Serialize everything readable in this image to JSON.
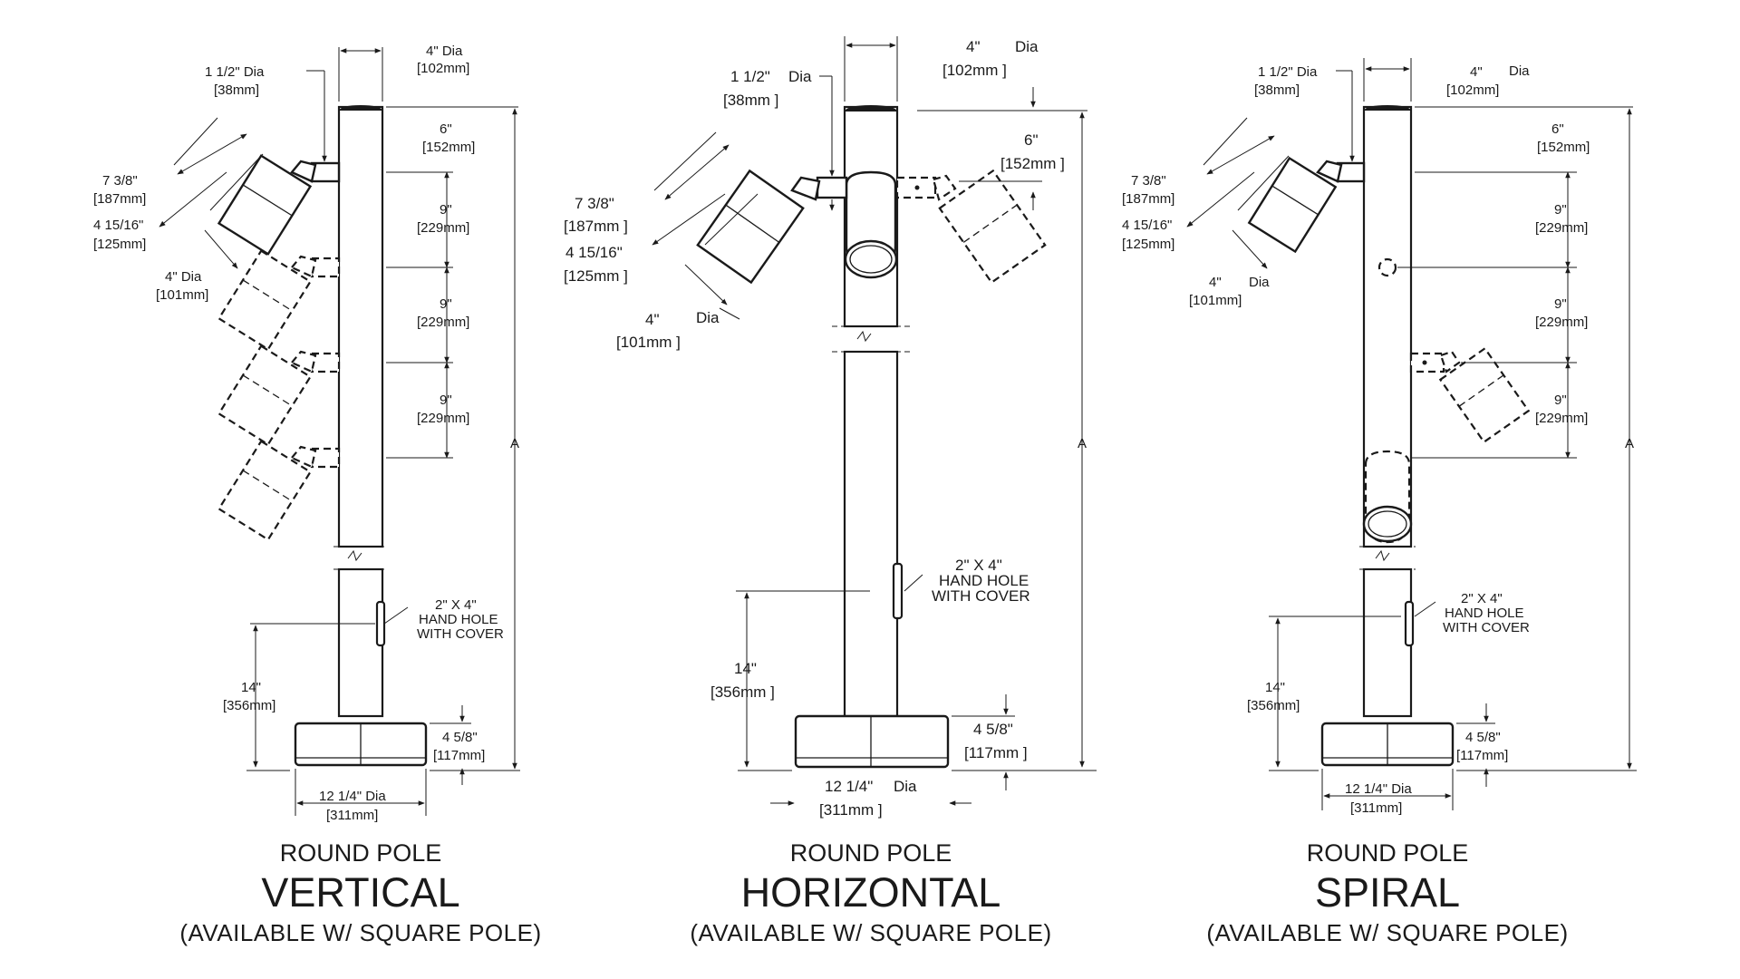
{
  "diagrams": [
    {
      "id": "vertical",
      "caption_sub": "ROUND POLE",
      "caption_main": "VERTICAL",
      "caption_note": "(AVAILABLE W/ SQUARE POLE)",
      "labels": {
        "pole_dia": "4\" Dia",
        "pole_dia_mm": "[102mm]",
        "arm_dia": "1 1/2\"  Dia",
        "arm_dia_mm": "[38mm]",
        "top_offset": "6\"",
        "top_offset_mm": "[152mm]",
        "spacing_1": "9\"",
        "spacing_1_mm": "[229mm]",
        "spacing_2": "9\"",
        "spacing_2_mm": "[229mm]",
        "spacing_3": "9\"",
        "spacing_3_mm": "[229mm]",
        "fixture_len": "7 3/8\"",
        "fixture_len_mm": "[187mm]",
        "fixture_body": "4 15/16\"",
        "fixture_body_mm": "[125mm]",
        "fixture_dia": "4\" Dia",
        "fixture_dia_mm": "[101mm]",
        "height": "A",
        "hole_line1": "2\" X 4\"",
        "hole_line2": "HAND HOLE",
        "hole_line3": "WITH COVER",
        "hole_height": "14\"",
        "hole_height_mm": "[356mm]",
        "base_height": "4 5/8\"",
        "base_height_mm": "[117mm]",
        "base_dia": "12 1/4\"  Dia",
        "base_dia_mm": "[311mm]"
      }
    },
    {
      "id": "horizontal",
      "caption_sub": "ROUND POLE",
      "caption_main": "HORIZONTAL",
      "caption_note": "(AVAILABLE W/ SQUARE POLE)",
      "labels": {
        "pole_dia": "4\"",
        "pole_dia_word": "Dia",
        "pole_dia_mm": "[102mm ]",
        "arm_dia": "1 1/2\"",
        "arm_dia_word": "Dia",
        "arm_dia_mm": "[38mm ]",
        "top_offset": "6\"",
        "top_offset_mm": "[152mm ]",
        "fixture_len": "7 3/8\"",
        "fixture_len_mm": "[187mm ]",
        "fixture_body": "4 15/16\"",
        "fixture_body_mm": "[125mm ]",
        "fixture_dia": "4\"",
        "fixture_dia_word": "Dia",
        "fixture_dia_mm": "[101mm ]",
        "height": "A",
        "hole_line1": "2\" X 4\"",
        "hole_line2": "HAND HOLE",
        "hole_line3": "WITH COVER",
        "hole_height": "14\"",
        "hole_height_mm": "[356mm ]",
        "base_height": "4 5/8\"",
        "base_height_mm": "[117mm ]",
        "base_dia": "12 1/4\"",
        "base_dia_word": "Dia",
        "base_dia_mm": "[311mm ]"
      }
    },
    {
      "id": "spiral",
      "caption_sub": "ROUND POLE",
      "caption_main": "SPIRAL",
      "caption_note": "(AVAILABLE W/ SQUARE POLE)",
      "labels": {
        "pole_dia": "4\"",
        "pole_dia_word": "Dia",
        "pole_dia_mm": "[102mm]",
        "arm_dia": "1 1/2\"  Dia",
        "arm_dia_mm": "[38mm]",
        "top_offset": "6\"",
        "top_offset_mm": "[152mm]",
        "spacing_1": "9\"",
        "spacing_1_mm": "[229mm]",
        "spacing_2": "9\"",
        "spacing_2_mm": "[229mm]",
        "spacing_3": "9\"",
        "spacing_3_mm": "[229mm]",
        "fixture_len": "7 3/8\"",
        "fixture_len_mm": "[187mm]",
        "fixture_body": "4 15/16\"",
        "fixture_body_mm": "[125mm]",
        "fixture_dia": "4\"",
        "fixture_dia_word": "Dia",
        "fixture_dia_mm": "[101mm]",
        "height": "A",
        "hole_line1": "2\" X 4\"",
        "hole_line2": "HAND HOLE",
        "hole_line3": "WITH COVER",
        "hole_height": "14\"",
        "hole_height_mm": "[356mm]",
        "base_height": "4 5/8\"",
        "base_height_mm": "[117mm]",
        "base_dia": "12 1/4\"  Dia",
        "base_dia_mm": "[311mm]"
      }
    }
  ]
}
